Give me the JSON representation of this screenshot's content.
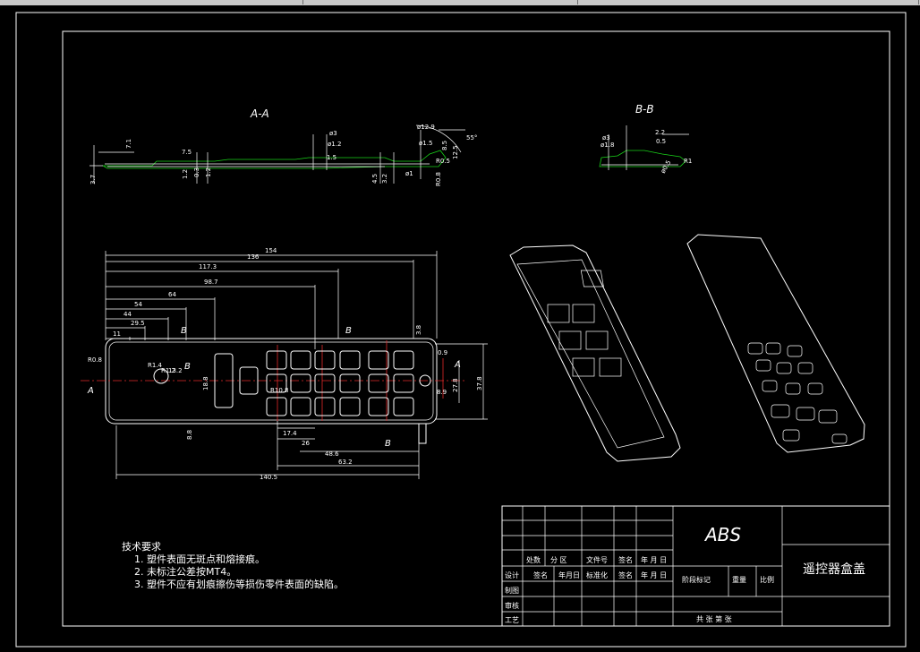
{
  "window": {
    "tabs": [
      "",
      "",
      ""
    ]
  },
  "drawing": {
    "section_aa_label": "A-A",
    "section_bb_label": "B-B",
    "section_aa_dims": [
      "7.1",
      "7.5",
      "3.7",
      "1.2",
      "0.3",
      "1.2",
      "ø3",
      "ø1.2",
      "1.5",
      "4.5",
      "3.2",
      "ø1",
      "R0.8",
      "ø12.9",
      "8.5",
      "12.5",
      "55°",
      "ø1.5",
      "R0.5"
    ],
    "section_bb_dims": [
      "ø3",
      "ø1.8",
      "2.2",
      "0.5",
      "R1",
      "ø0.5"
    ],
    "plan_dims": {
      "top": [
        "154",
        "136",
        "117.3",
        "98.7",
        "64",
        "54",
        "44",
        "29.5",
        "11"
      ],
      "left": [
        "R0.8",
        "R1.4",
        "R1.2",
        "18.8"
      ],
      "right": [
        "3.8",
        "0.9",
        "27.8",
        "37.8",
        "8.9"
      ],
      "bottom": [
        "8.8",
        "17.4",
        "26",
        "48.6",
        "63.2",
        "140.5"
      ],
      "internal": [
        "R10.8",
        "13.2"
      ]
    },
    "cut_labels": [
      "A",
      "A",
      "B",
      "B",
      "B",
      "B"
    ]
  },
  "notes": {
    "title": "技术要求",
    "items": [
      "1. 塑件表面无斑点和熔接痕。",
      "2. 未标注公差按MT4。",
      "3. 塑件不应有划痕擦伤等损伤零件表面的缺陷。"
    ]
  },
  "title_block": {
    "material": "ABS",
    "part_name": "遥控器盒盖",
    "revision_headers": [
      "处数",
      "分 区",
      "文件号",
      "签名",
      "年 月 日"
    ],
    "sign_headers": [
      "设计",
      "签名",
      "年月日",
      "标准化",
      "签名",
      "年 月 日"
    ],
    "row_labels": [
      "制图",
      "审核",
      "工艺"
    ],
    "stage_label": "阶段标记",
    "weight_label": "重量",
    "scale_label": "比例",
    "sheet_text": "共  张  第  张"
  },
  "colors": {
    "background": "#000000",
    "lines": "#ffffff",
    "centerlines": "#e12a2a",
    "sections": "#19d119"
  }
}
